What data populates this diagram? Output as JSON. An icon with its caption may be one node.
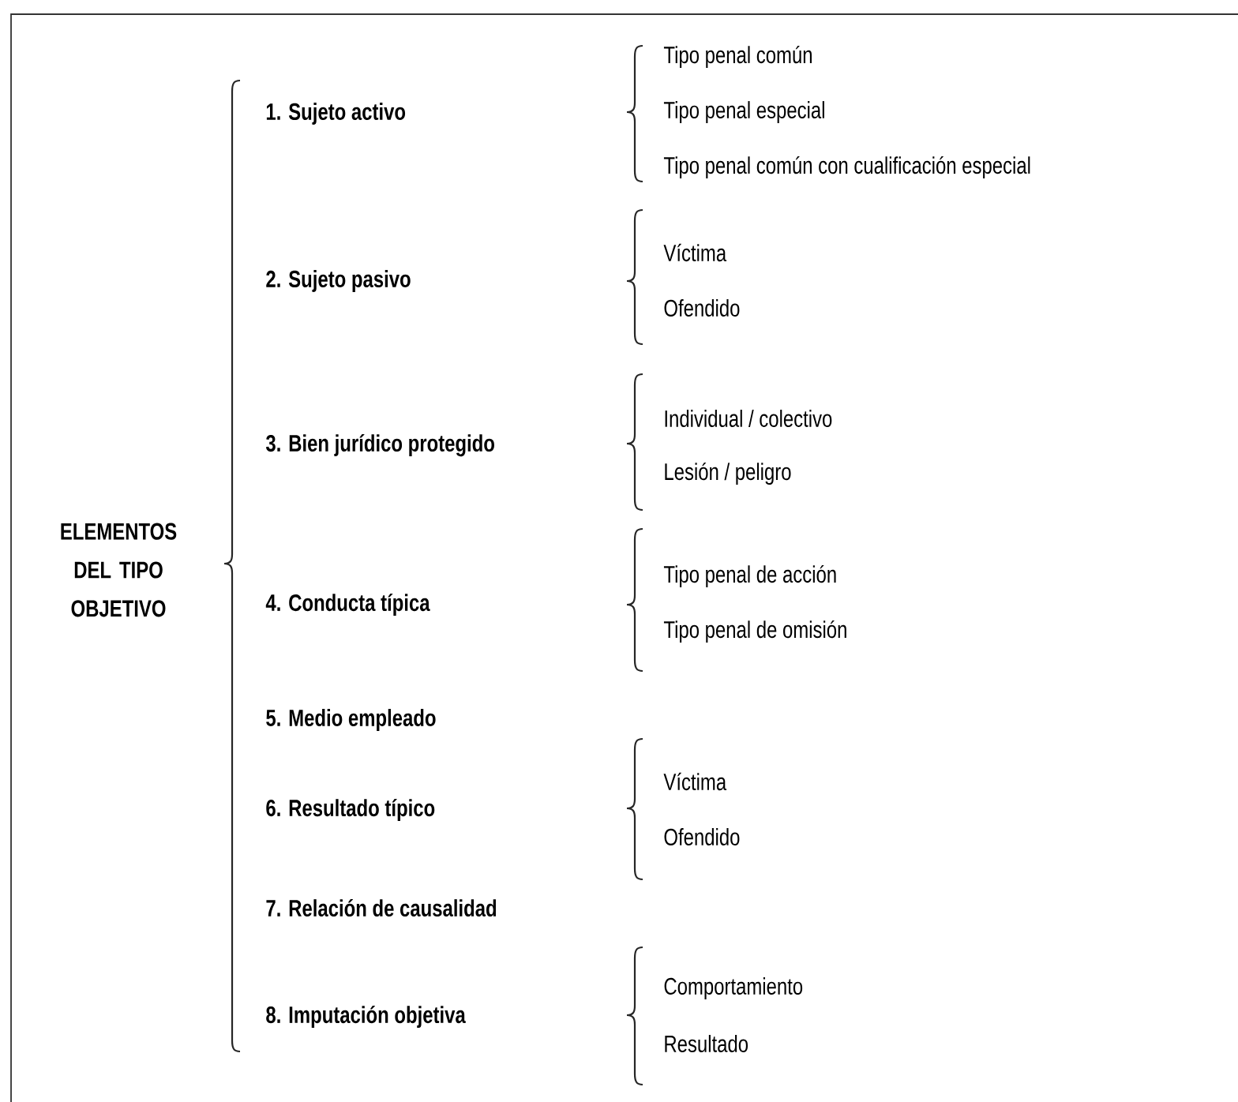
{
  "diagram": {
    "labels": [
      "ELEMENTOS DEL TIPO OBJETIVO",
      "1. Sujeto activo",
      "Tipo penal común",
      "Tipo penal especial",
      "Tipo penal común con cualificación especial",
      "2. Sujeto pasivo",
      "Víctima",
      "Ofendido",
      "3. Bien jurídico protegido",
      "Individual / colectivo",
      "Lesión / peligro",
      "4. Conducta típica",
      "Tipo penal de acción",
      "Tipo penal de omisión",
      "5. Medio empleado",
      "6. Resultado típico",
      "Víctima",
      "Ofendido",
      "7. Relación de causalidad",
      "8. Imputación objetiva",
      "Comportamiento",
      "Resultado"
    ]
  }
}
